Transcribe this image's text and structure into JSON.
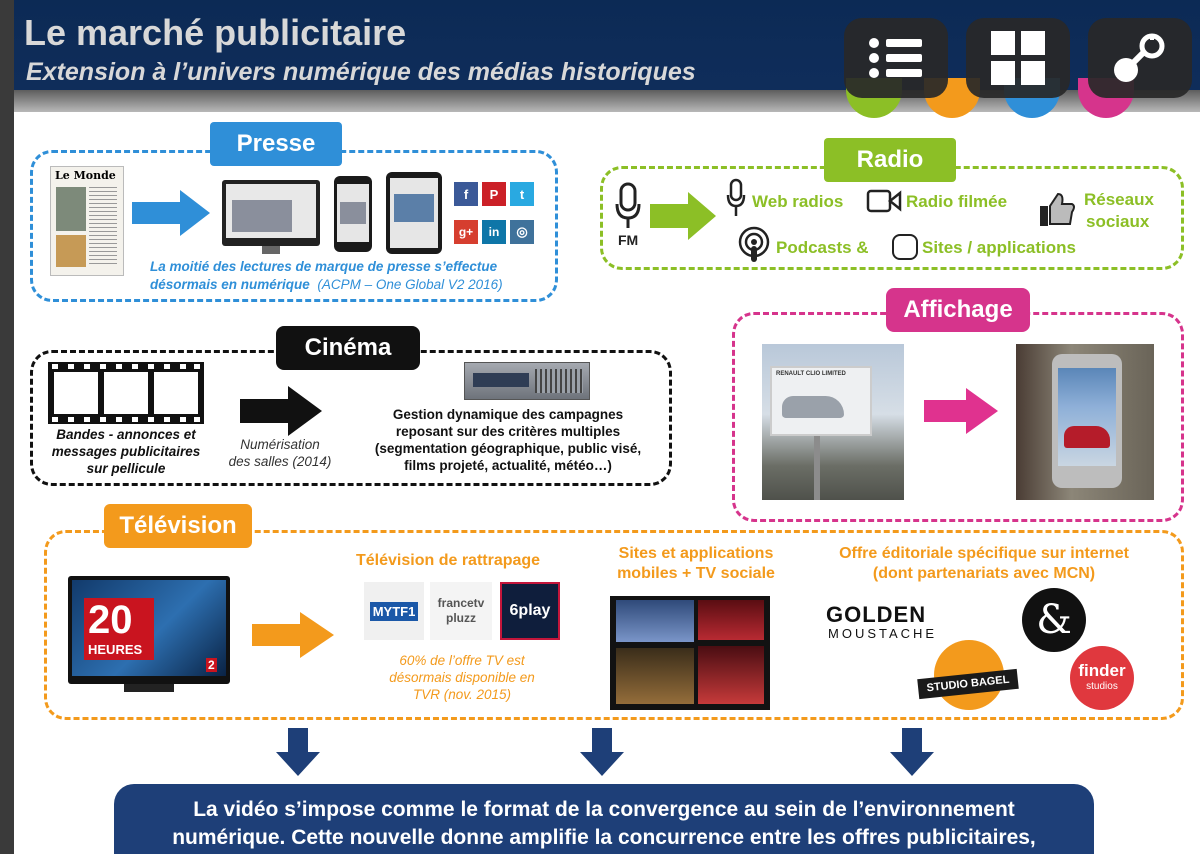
{
  "header": {
    "title": "Le marché publicitaire",
    "subtitle": "Extension à l’univers numérique des médias historiques"
  },
  "toolbar": {
    "list_icon": "list-icon",
    "grid_icon": "grid-icon",
    "share_icon": "share-icon"
  },
  "presse": {
    "tag": "Presse",
    "newspaper": "Le Monde",
    "caption_1": "La moitié des lectures de marque de presse s’effectue",
    "caption_2a": "désormais en numérique",
    "caption_2b": "(ACPM – One Global V2 2016)",
    "social": [
      "f",
      "P",
      "t",
      "g+",
      "in",
      "◎"
    ]
  },
  "radio": {
    "tag": "Radio",
    "fm": "FM",
    "web_radios": "Web radios",
    "radio_filmee": "Radio filmée",
    "reseaux_1": "Réseaux",
    "reseaux_2": "sociaux",
    "podcasts": "Podcasts &",
    "sites_apps": "Sites / applications"
  },
  "cinema": {
    "tag": "Cinéma",
    "left_1": "Bandes - annonces et",
    "left_2": "messages publicitaires",
    "left_3": "sur pellicule",
    "mid_1": "Numérisation",
    "mid_2": "des salles (2014)",
    "right_1": "Gestion dynamique des campagnes",
    "right_2": "reposant sur des critères multiples",
    "right_3": "(segmentation géographique, public visé,",
    "right_4": "films projeté, actualité, météo…)"
  },
  "affichage": {
    "tag": "Affichage",
    "billboard_text": "RENAULT CLIO LIMITED"
  },
  "tv": {
    "tag": "Télévision",
    "news_num": "20",
    "news_word": "HEURES",
    "news_ch": "2",
    "rattrapage": "Télévision de rattrapage",
    "logos": [
      "MYTF1",
      "francetv pluzz",
      "6play"
    ],
    "rattrapage_cap_1": "60% de l’offre TV est",
    "rattrapage_cap_2": "désormais disponible en",
    "rattrapage_cap_3": "TVR (nov. 2015)",
    "sites_1": "Sites et applications",
    "sites_2": "mobiles + TV sociale",
    "offre_1": "Offre éditoriale spécifique sur internet",
    "offre_2": "(dont partenariats avec MCN)",
    "golden_1": "GOLDEN",
    "golden_2": "MOUSTACHE",
    "bagel": "STUDIO BAGEL",
    "finder_1": "finder",
    "finder_2": "studios",
    "amp": "&"
  },
  "banner": {
    "line_1": "La vidéo s’impose comme le format de la convergence au sein de l’environnement",
    "line_2": "numérique. Cette nouvelle donne amplifie la concurrence entre les offres publicitaires,"
  },
  "colors": {
    "presse": "#2f8fd8",
    "radio": "#8cbf26",
    "cinema": "#111111",
    "affichage": "#d6348c",
    "tv": "#f39a1c",
    "banner": "#1e3f78"
  }
}
